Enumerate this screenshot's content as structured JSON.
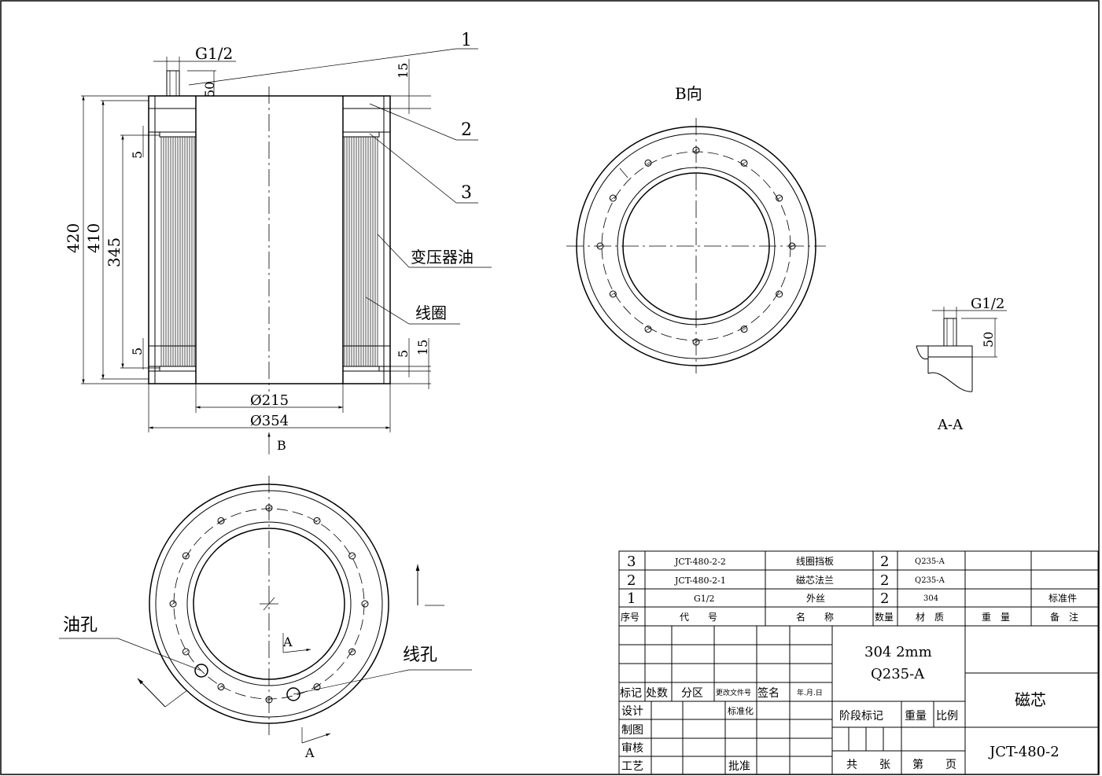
{
  "front_view": {
    "dims": {
      "overall_height": "420",
      "flange_height": "410",
      "coil_height": "345",
      "gap_top": "5",
      "gap_bottom": "5",
      "port_height": "50",
      "flange_top_thk": "15",
      "flange_bottom_thk": "15",
      "gap_bottom_right": "5",
      "inner_dia": "Ø215",
      "outer_dia": "Ø354",
      "port_thread": "G1/2"
    },
    "balloons": {
      "b1": "1",
      "b2": "2",
      "b3": "3"
    },
    "labels": {
      "oil": "变压器油",
      "coil": "线圈"
    },
    "view_arrow": "B"
  },
  "b_view": {
    "title": "B向"
  },
  "section_aa": {
    "thread": "G1/2",
    "height": "50",
    "title": "A-A"
  },
  "bottom_view": {
    "oil_hole": "油孔",
    "wire_hole": "线孔",
    "section_mark": "A"
  },
  "title_block": {
    "parts": [
      {
        "no": "3",
        "code": "JCT-480-2-2",
        "name": "线圈挡板",
        "qty": "2",
        "material": "Q235-A",
        "weight": "",
        "remark": ""
      },
      {
        "no": "2",
        "code": "JCT-480-2-1",
        "name": "磁芯法兰",
        "qty": "2",
        "material": "Q235-A",
        "weight": "",
        "remark": ""
      },
      {
        "no": "1",
        "code": "G1/2",
        "name": "外丝",
        "qty": "2",
        "material": "304",
        "weight": "",
        "remark": "标准件"
      }
    ],
    "headers": {
      "no": "序号",
      "code": "代　　号",
      "name": "名　　称",
      "qty": "数量",
      "material": "材　质",
      "weight": "重　量",
      "remark": "备　注"
    },
    "rev_headers": {
      "mark": "标记",
      "count": "处数",
      "zone": "分区",
      "docno": "更改文件号",
      "sign": "签名",
      "date": "年.月.日"
    },
    "roles": {
      "design": "设计",
      "std": "标准化",
      "draw": "制图",
      "check": "审核",
      "process": "工艺",
      "approve": "批准"
    },
    "material": {
      "line1": "304 2mm",
      "line2": "Q235-A"
    },
    "stage": {
      "stage_mark": "阶段标记",
      "weight": "重量",
      "scale": "比例"
    },
    "sheets": {
      "total": "共　　张",
      "page": "第　　页"
    },
    "part_name": "磁芯",
    "drawing_no": "JCT-480-2"
  }
}
